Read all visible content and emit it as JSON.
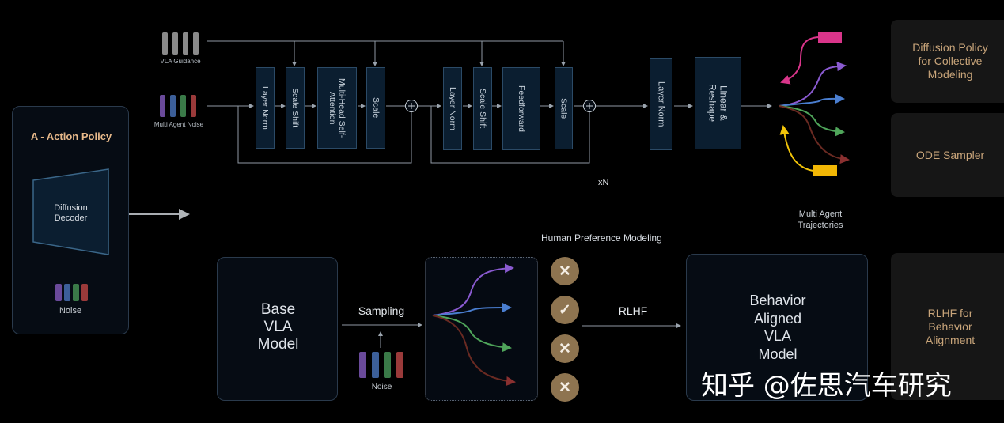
{
  "action_policy": {
    "title": "A - Action Policy",
    "decoder_label": "Diffusion\nDecoder",
    "noise_label": "Noise"
  },
  "inputs": {
    "vla_guidance": "VLA Guidance",
    "multi_agent_noise": "Multi Agent Noise"
  },
  "transformer_block": {
    "layers": [
      {
        "label": "Layer Norm"
      },
      {
        "label": "Scale Shift"
      },
      {
        "label": "Multi-Head Self-\nAttention"
      },
      {
        "label": "Scale"
      },
      {
        "label": "Layer Norm"
      },
      {
        "label": "Scale Shift"
      },
      {
        "label": "Feedforward"
      },
      {
        "label": "Scale"
      }
    ],
    "repeat_label": "xN",
    "add_symbol": "+"
  },
  "output_block": {
    "layers": [
      {
        "label": "Layer Norm"
      },
      {
        "label": "Linear &\nReshape"
      }
    ]
  },
  "trajectories": {
    "label": "Multi Agent\nTrajectories"
  },
  "side_labels": [
    {
      "text": "Diffusion Policy\nfor Collective\nModeling"
    },
    {
      "text": "ODE Sampler"
    },
    {
      "text": "RLHF for\nBehavior\nAlignment"
    }
  ],
  "rlhf_pipeline": {
    "base_model": "Base\nVLA\nModel",
    "sampling_label": "Sampling",
    "noise_label": "Noise",
    "preference_title": "Human Preference Modeling",
    "preferences": [
      {
        "icon": "close-icon",
        "glyph": "✕"
      },
      {
        "icon": "check-icon",
        "glyph": "✓"
      },
      {
        "icon": "close-icon",
        "glyph": "✕"
      },
      {
        "icon": "close-icon",
        "glyph": "✕"
      }
    ],
    "rlhf_label": "RLHF",
    "aligned_model": "Behavior\nAligned\nVLA\nModel"
  },
  "colors": {
    "purple": "#7b4fb8",
    "blue": "#3c68b0",
    "green": "#3f8a4a",
    "red": "#a23a3a",
    "pink": "#d9358a",
    "yellow": "#f2b705",
    "gray": "#8a8a8a",
    "accent_text": "#c9a57a"
  },
  "watermark": "知乎 @佐思汽车研究"
}
